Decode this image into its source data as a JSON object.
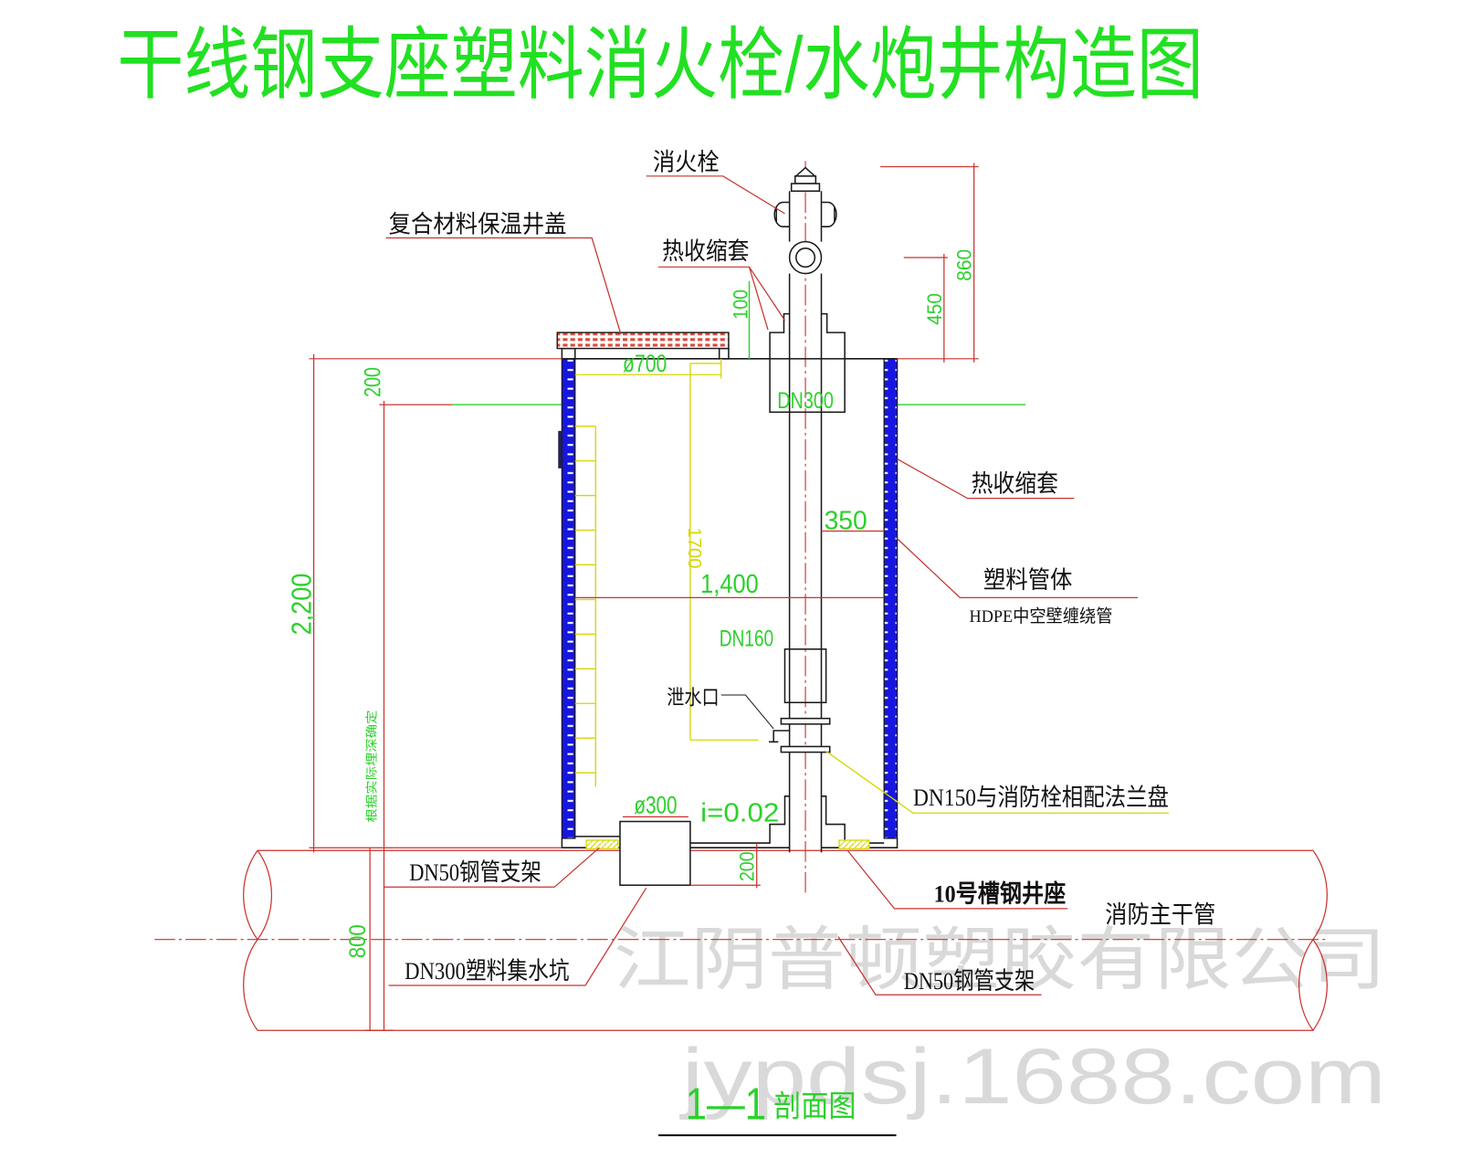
{
  "title": "干线钢支座塑料消火栓/水炮井构造图",
  "labels": {
    "hydrant": "消火栓",
    "cover": "复合材料保温井盖",
    "heat_shrink_top": "热收缩套",
    "heat_shrink_right": "热收缩套",
    "plastic_body": "塑料管体",
    "plastic_body_note": "HDPE中空壁缠绕管",
    "drain_outlet": "泄水口",
    "flange": "DN150与消防栓相配法兰盘",
    "support_left": "DN50钢管支架",
    "channel_seat": "10号槽钢井座",
    "main_pipe": "消防主干管",
    "sump": "DN300塑料集水坑",
    "support_right": "DN50钢管支架"
  },
  "dimensions": {
    "d100": "100",
    "d700": "ø700",
    "dn300": "DN300",
    "d200_top": "200",
    "d450": "450",
    "d860": "860",
    "d350": "350",
    "d1700": "1700",
    "d1400": "1,400",
    "dn160": "DN160",
    "d2200": "2,200",
    "depth_note": "根据实际埋深确定",
    "d300": "ø300",
    "slope": "i=0.02",
    "d200_bottom": "200",
    "d800": "800"
  },
  "watermark": {
    "company": "江阴普顿塑胶有限公司",
    "site": "jypdsj.1688.com"
  },
  "section": {
    "number": "1—1",
    "name": "剖面图"
  },
  "colors": {
    "title_green": "#22e022",
    "dimension_green": "#2bd12b",
    "line_red": "#c8322d",
    "wall_blue": "#1616e0",
    "guide_yellow": "#d6d600",
    "cover_red": "#d84a3a",
    "watermark_gray": "#d9d9d9"
  }
}
